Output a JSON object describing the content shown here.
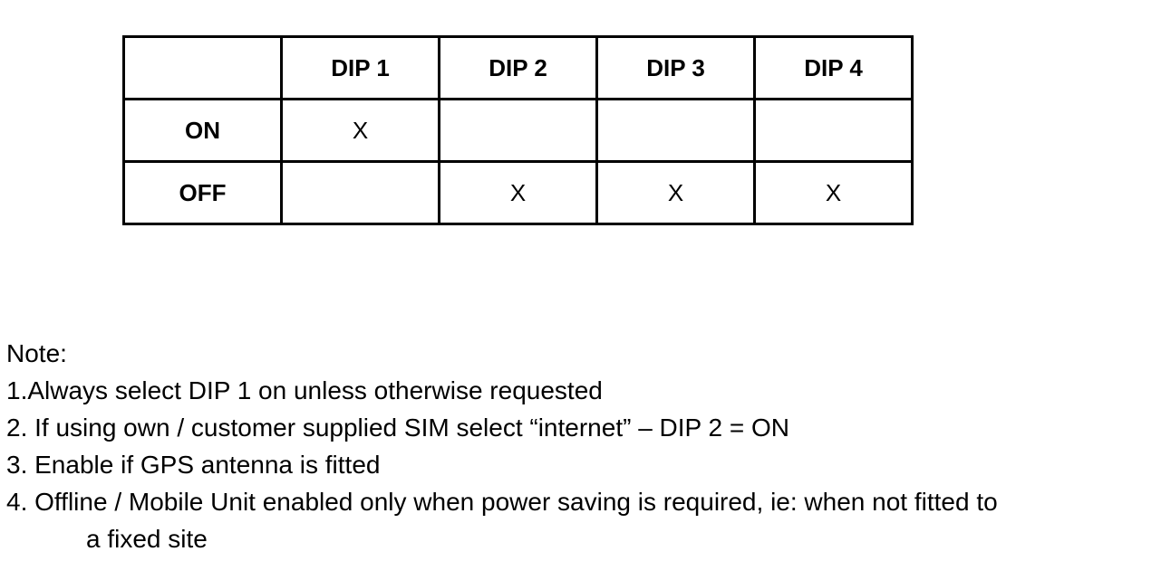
{
  "table": {
    "headers": [
      "",
      "DIP 1",
      "DIP 2",
      "DIP 3",
      "DIP 4"
    ],
    "rows": [
      {
        "label": "ON",
        "cells": [
          "X",
          "",
          "",
          ""
        ]
      },
      {
        "label": "OFF",
        "cells": [
          "",
          "X",
          "X",
          "X"
        ]
      }
    ]
  },
  "notes": {
    "heading": "Note:",
    "items": [
      "1.Always select DIP 1 on unless otherwise requested",
      "2. If using own / customer supplied SIM select “internet” – DIP 2 = ON",
      "3. Enable if GPS antenna is fitted",
      "4. Offline / Mobile Unit enabled only when power saving is required, ie: when not fitted to"
    ],
    "item4_continuation": "a fixed site"
  }
}
